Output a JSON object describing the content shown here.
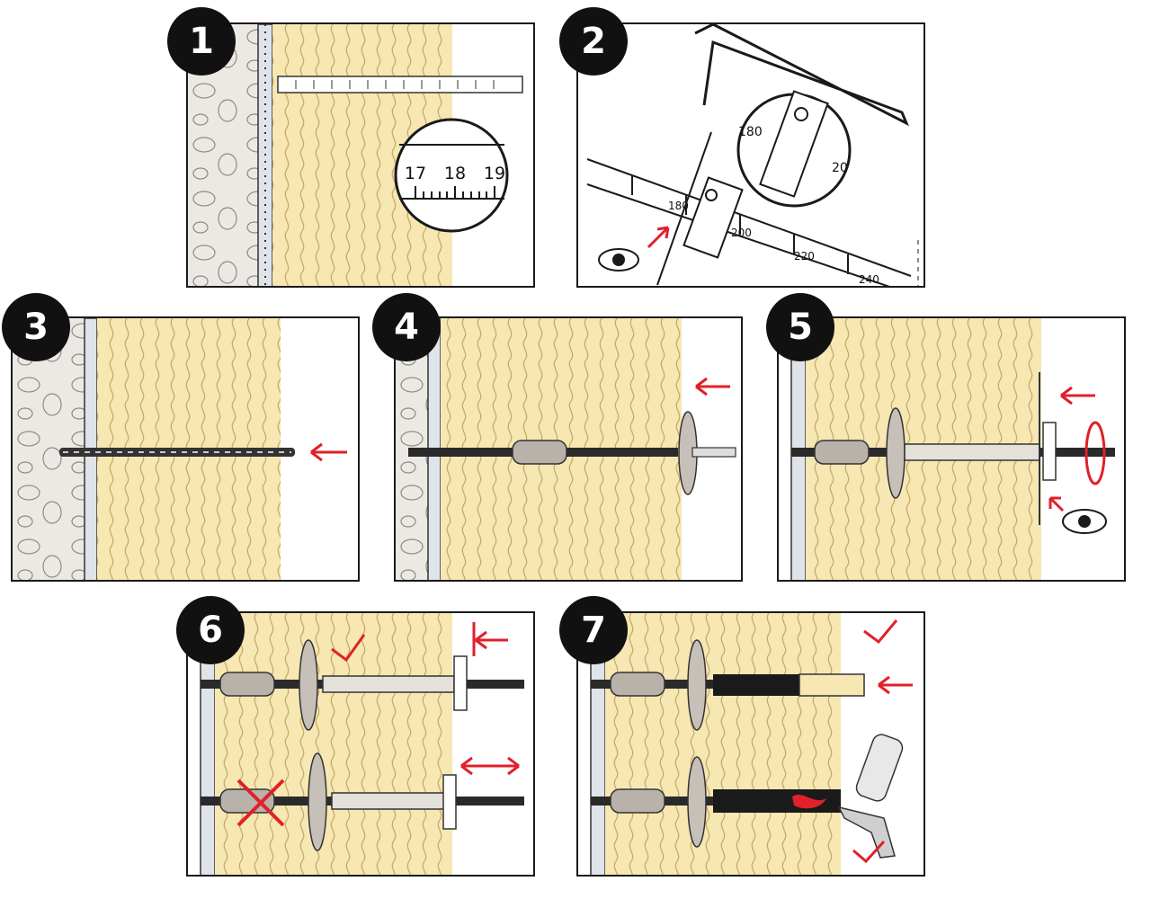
{
  "steps": [
    {
      "number": "1"
    },
    {
      "number": "2"
    },
    {
      "number": "3"
    },
    {
      "number": "4"
    },
    {
      "number": "5"
    },
    {
      "number": "6"
    },
    {
      "number": "7"
    }
  ],
  "ruler": {
    "tick_17": "17",
    "tick_18": "18",
    "tick_19": "19"
  },
  "rail_marks": {
    "m180": "180",
    "m200": "200",
    "m220": "220",
    "m240": "240",
    "zoom_180": "180",
    "zoom_20": "20"
  },
  "colors": {
    "insulation": "#f6e7b3",
    "insulation_line": "#b89a5a",
    "wall": "#ece8e3",
    "accent_red": "#e0202a",
    "ink": "#1a1a1a"
  }
}
